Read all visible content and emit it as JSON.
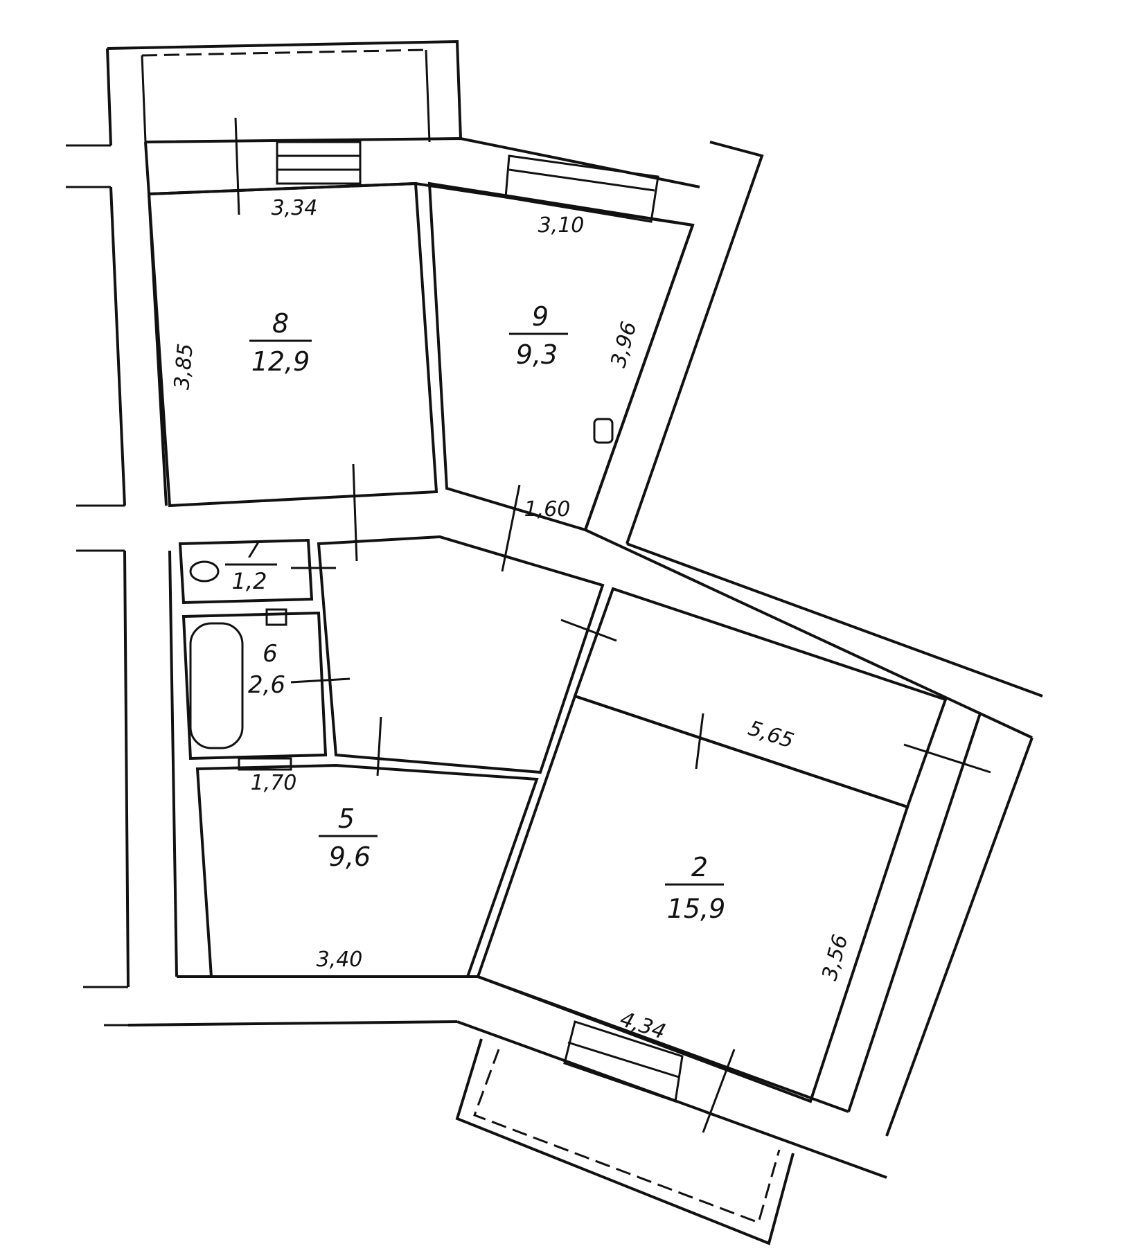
{
  "rooms": [
    {
      "id": "8",
      "number": "8",
      "area": "12,9"
    },
    {
      "id": "9",
      "number": "9",
      "area": "9,3"
    },
    {
      "id": "7",
      "number": "7",
      "area": "1,2"
    },
    {
      "id": "6",
      "number": "6",
      "area": "2,6"
    },
    {
      "id": "5",
      "number": "5",
      "area": "9,6"
    },
    {
      "id": "2",
      "number": "2",
      "area": "15,9"
    }
  ],
  "dimensions": {
    "d_334": "3,34",
    "d_310": "3,10",
    "d_385": "3,85",
    "d_396": "3,96",
    "d_160": "1,60",
    "d_170": "1,70",
    "d_340": "3,40",
    "d_565": "5,65",
    "d_356": "3,56",
    "d_434": "4,34"
  }
}
